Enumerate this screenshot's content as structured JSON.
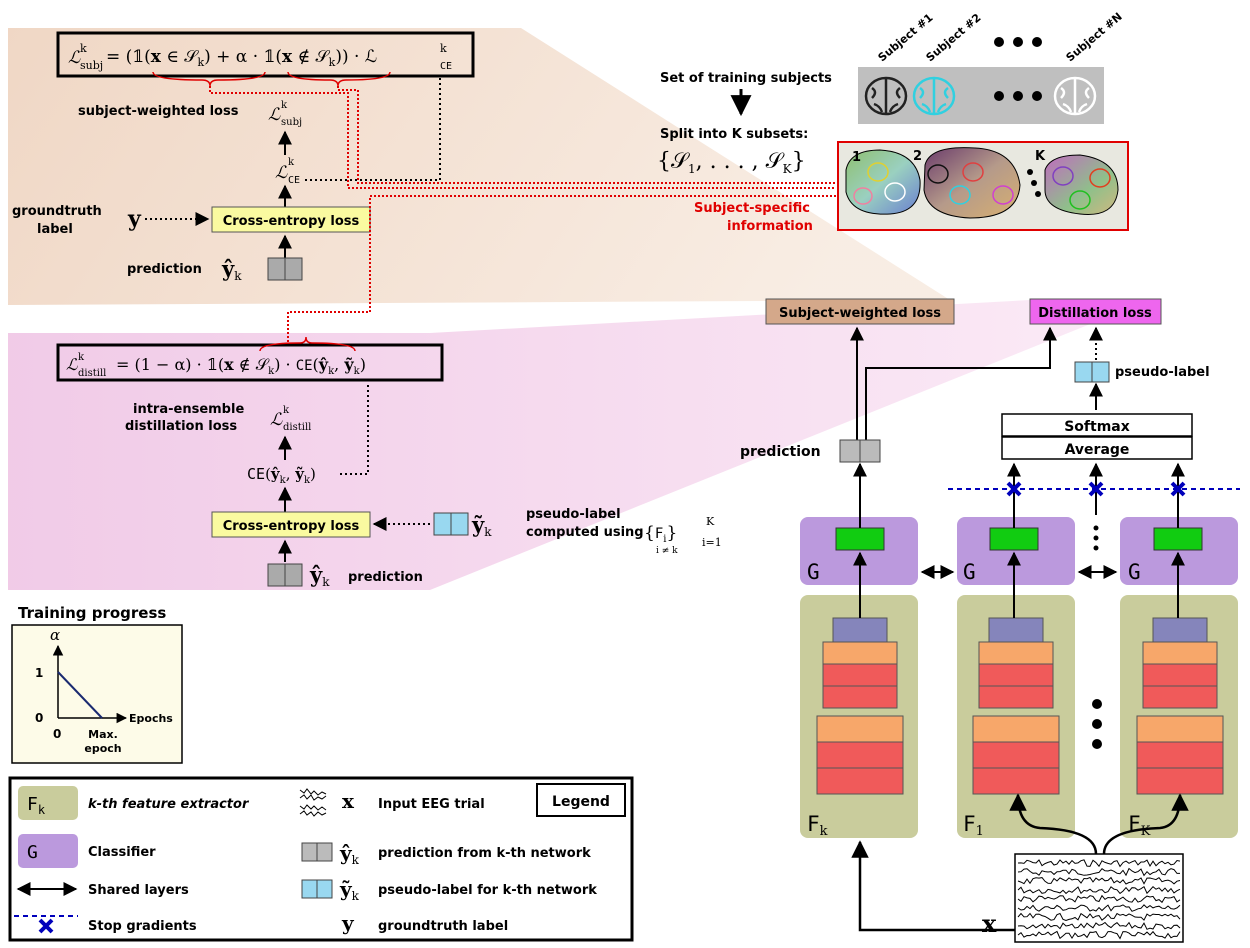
{
  "colors": {
    "orange_panel": "#efd5c2",
    "pink_panel": "#f0c8e6",
    "cross_entropy_box": "#fafaa0",
    "classifier": "#bb99dd",
    "feature_extractor": "#c9cc9c",
    "green_block": "#11cc11",
    "orange_layer": "#f7a76a",
    "red_layer": "#f05a5a",
    "blue_layer": "#8585bb",
    "subject_weighted_box": "#d4a88a",
    "distillation_box": "#ee66ee",
    "red_dotted": "#e00000",
    "stop_gradient": "#0000bb",
    "pseudo_label_cell": "#99d8f0",
    "prediction_cell": "#bbbbbb"
  },
  "top_panel": {
    "equation": "ℒ = (𝟙(x ∈ Sₖ) + α · 𝟙(x ∉ Sₖ)) · ℒCE",
    "subject_weighted_loss_label": "subject-weighted loss",
    "groundtruth_label": "groundtruth label",
    "groundtruth_line1": "groundtruth",
    "groundtruth_line2": "label",
    "y_symbol": "y",
    "cross_entropy": "Cross-entropy loss",
    "prediction": "prediction"
  },
  "bottom_panel": {
    "equation": "ℒ = (1 − α) · 𝟙(x ∉ Sₖ) · CE(ŷₖ, ỹₖ)",
    "intra_line1": "intra-ensemble",
    "intra_line2": "distillation loss",
    "ce_term": "CE(ŷ",
    "cross_entropy": "Cross-entropy loss",
    "pseudo_label_line1": "pseudo-label",
    "pseudo_label_line2": "computed using",
    "prediction": "prediction"
  },
  "subjects": {
    "set_label": "Set of training subjects",
    "split_label": "Split into K subsets:",
    "subject_1": "Subject #1",
    "subject_2": "Subject #2",
    "subject_n": "Subject #N",
    "specific_line1": "Subject-specific",
    "specific_line2": "information",
    "subset_1": "1",
    "subset_2": "2",
    "subset_k": "K"
  },
  "network": {
    "subject_weighted_loss": "Subject-weighted loss",
    "distillation_loss": "Distillation loss",
    "pseudo_label": "pseudo-label",
    "softmax": "Softmax",
    "average": "Average",
    "prediction": "prediction",
    "classifier_symbol": "G",
    "fe_k": "F",
    "fe_1": "F",
    "fe_K": "F",
    "x_symbol": "x"
  },
  "training_progress": {
    "title": "Training progress",
    "alpha": "α",
    "y_tick_1": "1",
    "y_tick_0": "0",
    "x_tick_0": "0",
    "x_label": "Epochs",
    "max_epoch_line1": "Max.",
    "max_epoch_line2": "epoch"
  },
  "legend": {
    "title": "Legend",
    "feature_extractor": "k-th feature extractor",
    "classifier": "Classifier",
    "shared_layers": "Shared layers",
    "stop_gradients": "Stop gradients",
    "input_eeg": "Input EEG trial",
    "prediction_k": "prediction from k-th network",
    "pseudo_label_k": "pseudo-label for k-th network",
    "groundtruth": "groundtruth label"
  }
}
